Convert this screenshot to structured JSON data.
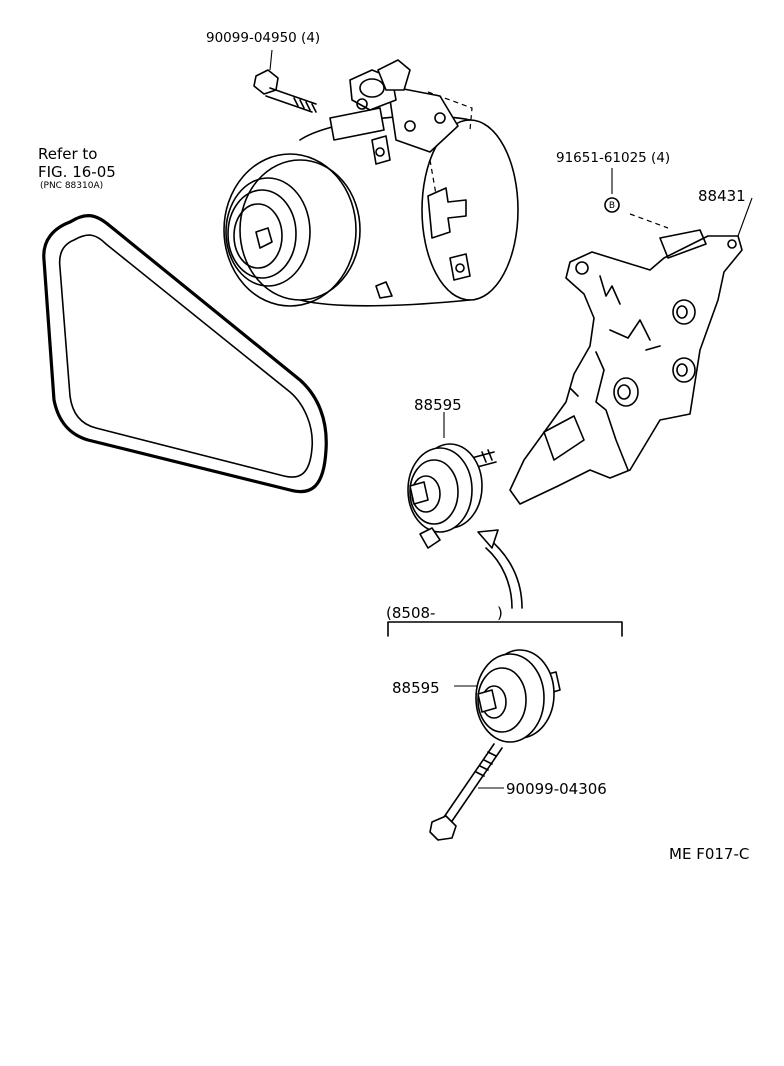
{
  "labels": {
    "bolt_top": "90099-04950 (4)",
    "refer_line1": "Refer to",
    "refer_line2": "FIG. 16-05",
    "refer_line3": "(PNC 88310A)",
    "nut": "91651-61025 (4)",
    "nut_symbol": "B",
    "bracket": "88431",
    "idler_upper": "88595",
    "range_open": "(8508-",
    "range_close": ")",
    "idler_lower": "88595",
    "bolt_lower": "90099-04306",
    "figure_code": "ME F017-C"
  }
}
